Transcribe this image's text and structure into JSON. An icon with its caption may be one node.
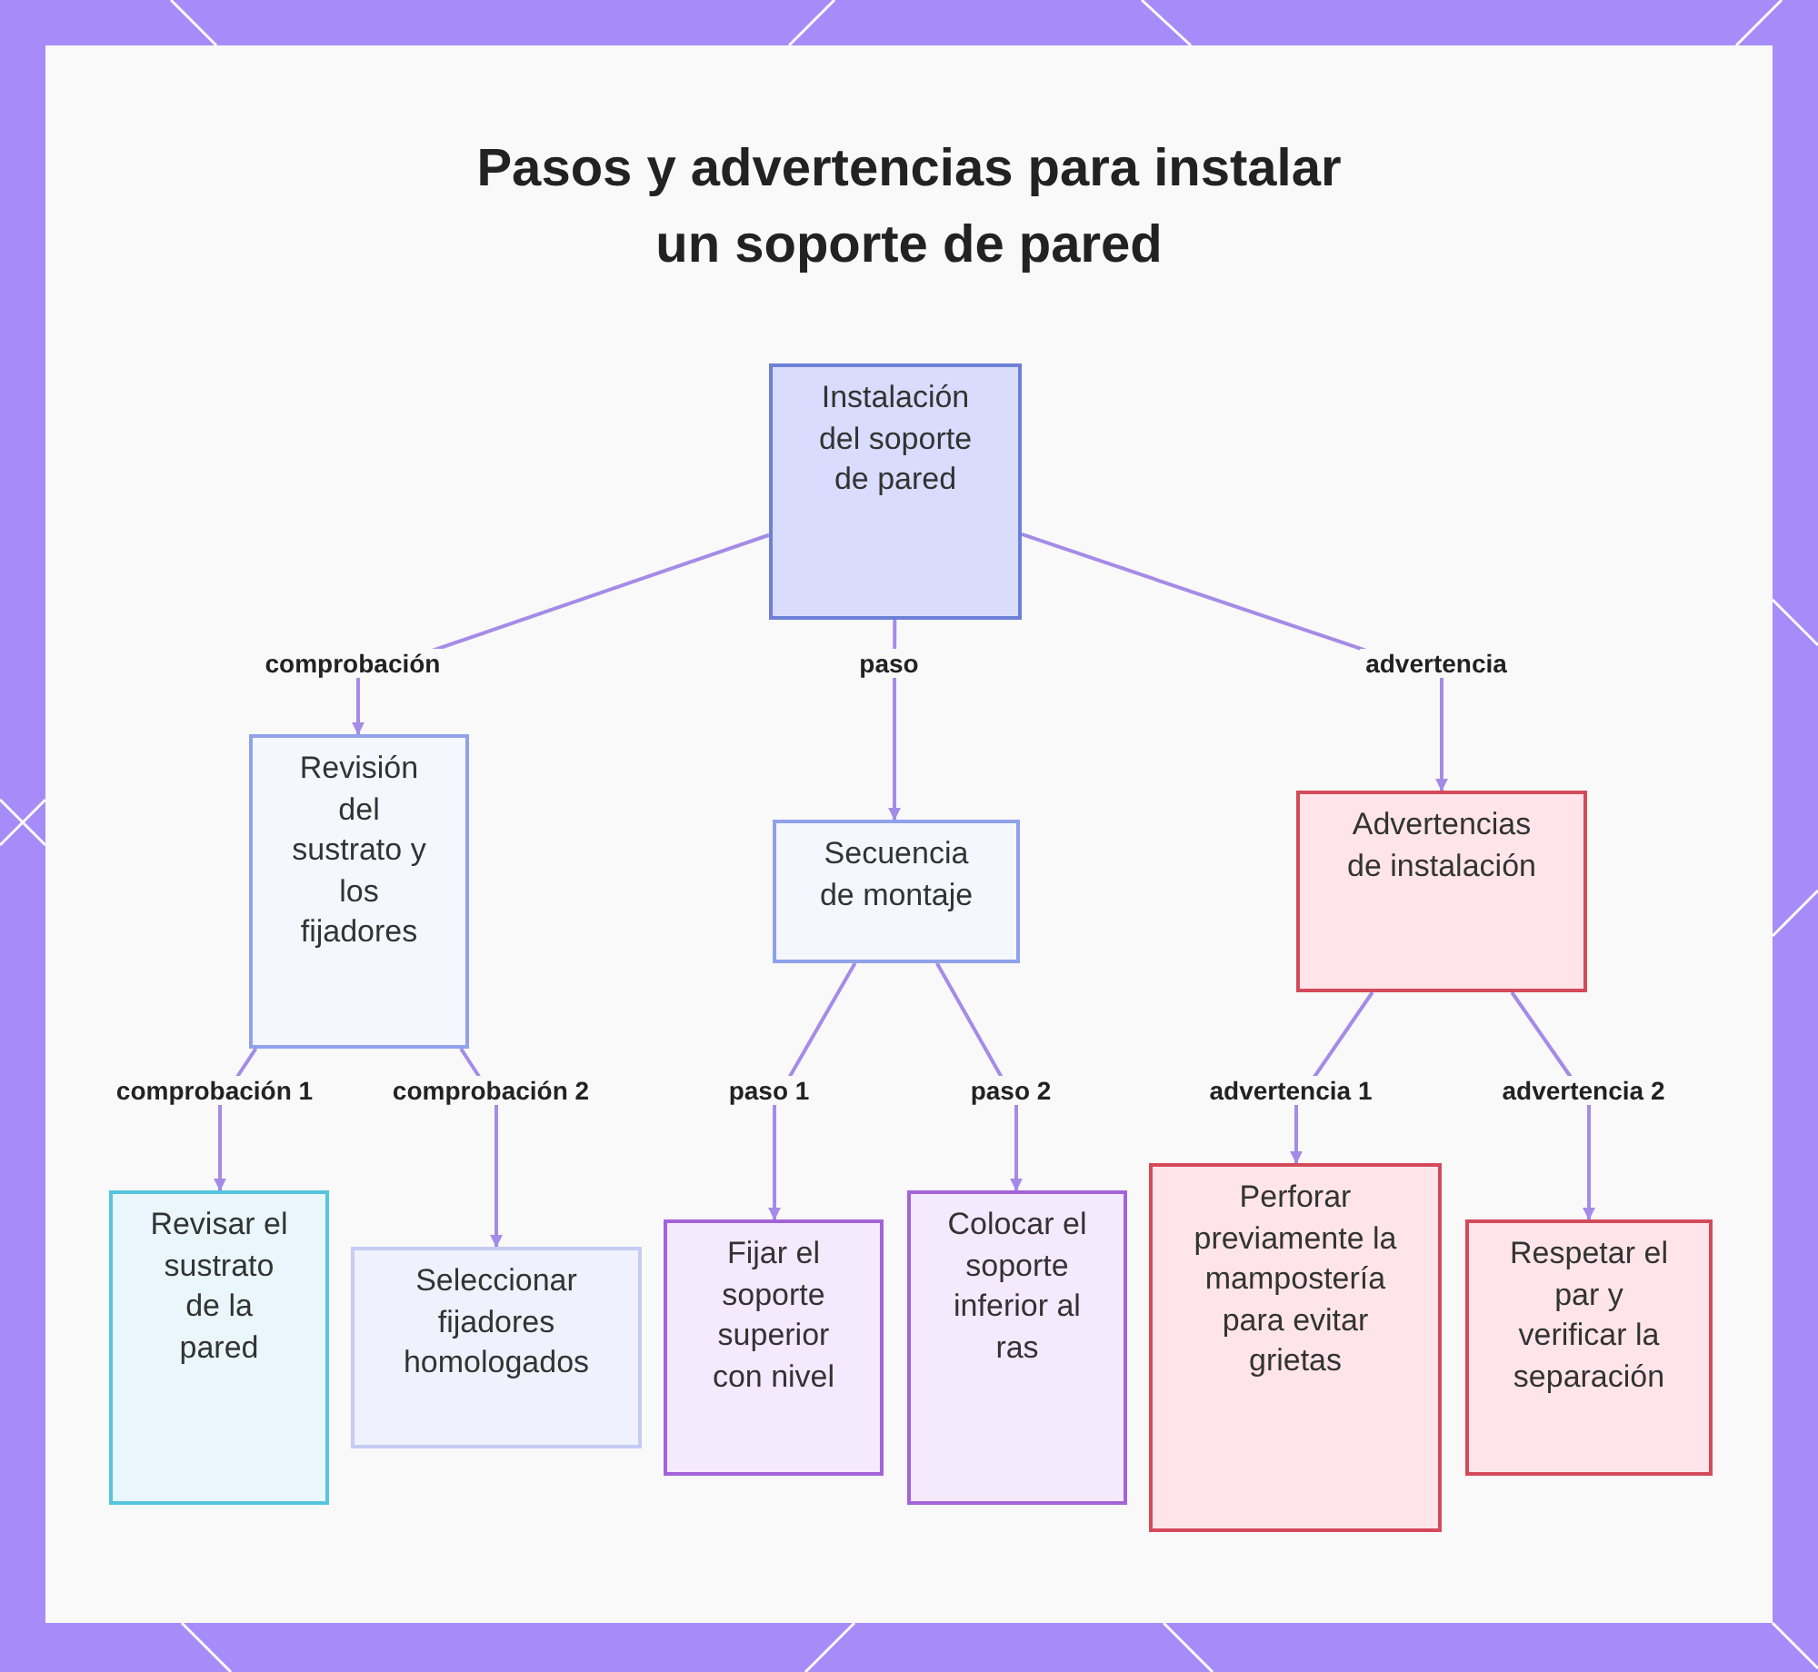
{
  "diagram": {
    "title": "Pasos y advertencias para instalar un soporte de pared",
    "nodes": [
      {
        "text": [
          "Instalación del soporte de pared"
        ]
      },
      {
        "text": [
          "Revisión del sustrato y los fijadores"
        ]
      },
      {
        "text": [
          "Secuencia de montaje"
        ]
      },
      {
        "text": [
          "Advertencias de instalación"
        ]
      },
      {
        "text": [
          "Revisar el sustrato de la pared"
        ]
      },
      {
        "text": [
          "Seleccionar fijadores homologados"
        ]
      },
      {
        "text": [
          "Fijar el soporte superior con nivel"
        ]
      },
      {
        "text": [
          "Colocar el soporte inferior al ras"
        ]
      },
      {
        "text": [
          "Perforar previamente la mampostería para evitar grietas"
        ]
      },
      {
        "text": [
          "Respetar el par y verificar la separación"
        ]
      }
    ],
    "edges": [
      {
        "from": 0,
        "to": 1,
        "arrow": "to",
        "label": "comprobación"
      },
      {
        "from": 0,
        "to": 2,
        "arrow": "to",
        "label": "paso"
      },
      {
        "from": 0,
        "to": 3,
        "arrow": "to",
        "label": "advertencia"
      },
      {
        "from": 1,
        "to": 4,
        "arrow": "to",
        "label": "comprobación 1"
      },
      {
        "from": 1,
        "to": 5,
        "arrow": "to",
        "label": "comprobación 2"
      },
      {
        "from": 2,
        "to": 6,
        "arrow": "to",
        "label": "paso 1"
      },
      {
        "from": 2,
        "to": 7,
        "arrow": "to",
        "label": "paso 2"
      },
      {
        "from": 3,
        "to": 8,
        "arrow": "to",
        "label": "advertencia 1"
      },
      {
        "from": 3,
        "to": 9,
        "arrow": "to",
        "label": "advertencia 2"
      }
    ]
  }
}
